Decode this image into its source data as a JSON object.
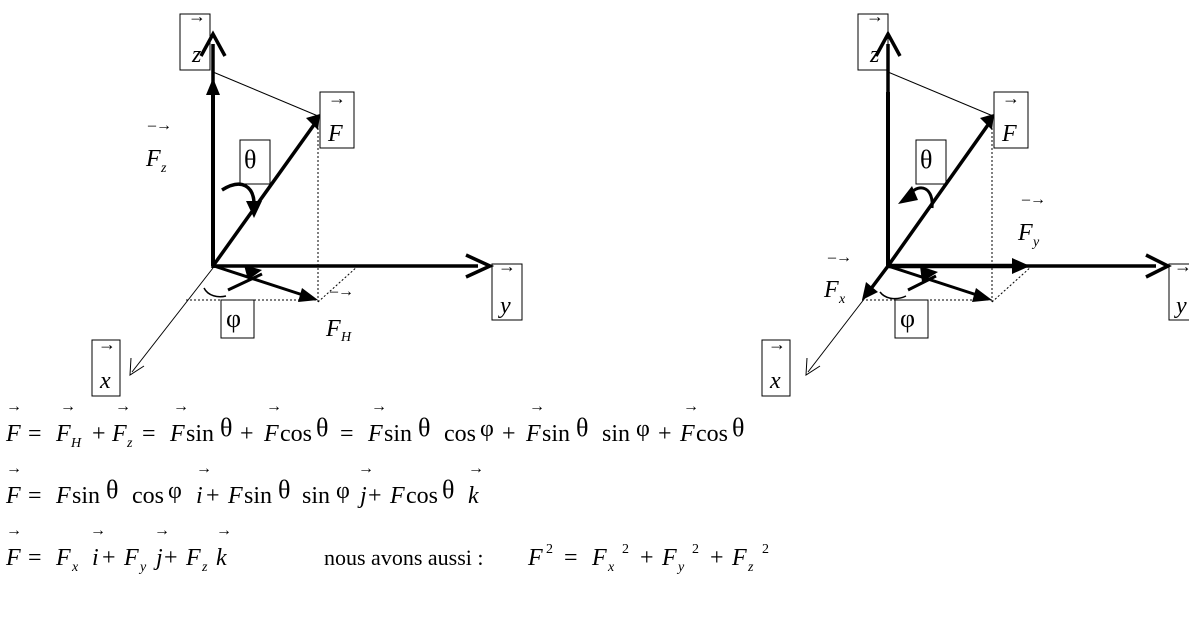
{
  "left_diagram": {
    "labels": {
      "z": "z",
      "F": "F",
      "Fz_base": "F",
      "Fz_sub": "z",
      "theta": "θ",
      "y": "y",
      "phi": "φ",
      "FH_base": "F",
      "FH_sub": "H",
      "x": "x"
    }
  },
  "right_diagram": {
    "labels": {
      "z": "z",
      "F": "F",
      "theta": "θ",
      "Fy_base": "F",
      "Fy_sub": "y",
      "Fx_base": "F",
      "Fx_sub": "x",
      "y": "y",
      "phi": "φ",
      "x": "x"
    }
  },
  "equations": {
    "eq1": {
      "F": "F",
      "H": "H",
      "z": "z",
      "eq": "=",
      "plus": "+",
      "sin": "sin",
      "cos": "cos",
      "theta": "θ",
      "phi": "φ"
    },
    "eq2": {
      "F": "F",
      "eq": "=",
      "plus": "+",
      "sin": "sin",
      "cos": "cos",
      "theta": "θ",
      "phi": "φ",
      "i": "i",
      "j": "j",
      "k": "k"
    },
    "eq3": {
      "F": "F",
      "eq": "=",
      "plus": "+",
      "x": "x",
      "y": "y",
      "z": "z",
      "i": "i",
      "j": "j",
      "k": "k",
      "two": "2",
      "text": "nous avons aussi :"
    }
  }
}
